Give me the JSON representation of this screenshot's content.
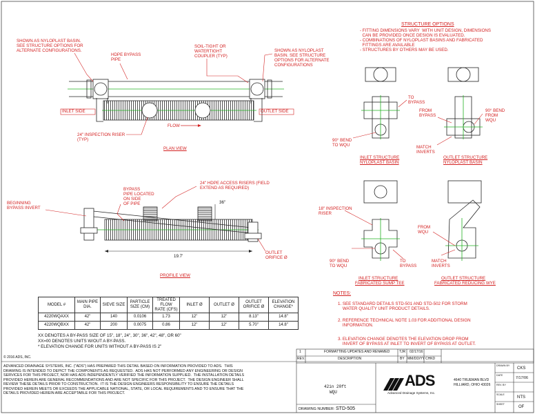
{
  "structure_options": {
    "title": "STRUCTURE OPTIONS",
    "items": [
      "- FITTING DIMENSIONS VARY  WITH UNIT DESIGN, DIMENSIONS",
      "  CAN BE PROVIDED ONCE DESIGN IS EVALUATED.",
      "- COMBINATIONS OF NYLOPLAST BASINS AND FABRICATED",
      "  FITTINGS ARE AVAILABLE",
      "- STRUCTURES BY OTHERS MAY BE USED."
    ]
  },
  "plan_view": {
    "title": "PLAN VIEW",
    "note_left": [
      "SHOWN AS NYLOPLAST BASIN.",
      "SEE STRUCTURE OPTIONS FOR",
      "ALTERNATE CONFIGURATIONS."
    ],
    "note_bypass": [
      "HDPE BYPASS",
      "PIPE"
    ],
    "note_coupler": [
      "SOIL-TIGHT OR",
      "WATERTIGHT",
      "COUPLER (TYP)"
    ],
    "note_right": [
      "SHOWN AS NYLOPLAST",
      "BASIN. SEE STRUCTURE",
      "OPTIONS FOR ALTERNATE",
      "CONFIGURATIONS"
    ],
    "inlet_label": "INLET SIDE",
    "outlet_label": "OUTLET SIDE",
    "flow_label": "FLOW",
    "riser_note": [
      "24\" INSPECTION RISER",
      "(TYP)"
    ]
  },
  "profile_view": {
    "title": "PROFILE VIEW",
    "bypass_note": [
      "BYPASS",
      "PIPE LOCATED",
      "ON SIDE",
      "OF PIPE"
    ],
    "begin_note": [
      "BEGINNING",
      "BYPASS INVERT"
    ],
    "access_note": [
      "24\" HDPE ACCESS RISERS (FIELD",
      "EXTEND AS REQUIRED)"
    ],
    "dim_36": "36\"",
    "dim_length": "19.7'",
    "outlet_note": [
      "OUTLET",
      "ORIFICE Ø"
    ]
  },
  "structures": {
    "inlet_nyloplast": {
      "to_bypass": [
        "TO",
        "BYPASS"
      ],
      "bend": [
        "90° BEND",
        "TO WQU"
      ],
      "caption": [
        "INLET STRUCTURE",
        "NYLOPLAST BASIN"
      ]
    },
    "outlet_nyloplast": {
      "from_bypass": [
        "FROM",
        "BYPASS"
      ],
      "bend": [
        "90° BEND",
        "FROM",
        "WQU"
      ],
      "match": [
        "MATCH",
        "INVERTS"
      ],
      "caption": [
        "OUTLET STRUCTURE",
        "NYLOPLAST BASIN"
      ]
    },
    "inlet_sump": {
      "riser": [
        "18\" INSPECTION",
        "RISER"
      ],
      "bend": [
        "90° BEND",
        "TO WQU"
      ],
      "to_bypass": [
        "TO",
        "BYPASS"
      ],
      "caption": [
        "INLET STRUCTURE",
        "FABRICATED SUMP TEE"
      ]
    },
    "outlet_wye": {
      "from_wqu": [
        "FROM",
        "WQU"
      ],
      "match": [
        "MATCH",
        "INVERTS"
      ],
      "caption": [
        "OUTLET STRUCTURE",
        "FABRICATED REDUCING WYE"
      ]
    }
  },
  "notes": {
    "title": "NOTES:",
    "items": [
      [
        "1. SEE STANDARD DETAILS STD-501 AND STD-502 FOR STORM",
        "    WATER QUALITY UNIT PRODUCT DETAILS."
      ],
      [
        "2. REFERENCE TECHNICAL NOTE 1.03 FOR ADDITIONAL DESIGN",
        "    INFORMATION."
      ],
      [
        "3. ELEVATION CHANGE DENOTES THE ELEVATION DROP FROM",
        "    INVERT OF BYPASS AT INLET TO INVERT OF BYPASS AT OUTLET."
      ]
    ]
  },
  "spec_table": {
    "headers": [
      "MODEL #",
      "MAIN PIPE DIA.",
      "SIEVE SIZE",
      "PARTICLE SIZE (CM)",
      "TREATED FLOW RATE (CFS)",
      "INLET Ø",
      "OUTLET Ø",
      "OUTLET ORIFICE Ø",
      "ELEVATION CHANGE*"
    ],
    "rows": [
      [
        "4220WQAXX",
        "42\"",
        "140",
        "0.0106",
        "1.73",
        "12\"",
        "12\"",
        "8.13\"",
        "14.8\""
      ],
      [
        "4220WQBXX",
        "42\"",
        "200",
        "0.0075",
        "0.86",
        "12\"",
        "12\"",
        "5.70\"",
        "14.8\""
      ]
    ]
  },
  "footnotes": [
    "XX DENOTES A BY-PASS SIZE OF 15\", 18\", 24\", 30\", 36\", 42\", 48\", OR 60\"",
    "XX=00 DENOTES UNITS W/OUT A BY-PASS.",
    "* ELEVATION CHANGE FOR UNITS WITHOUT A BY-PASS IS 2\""
  ],
  "copyright": "© 2016 ADS, INC.",
  "disclaimer": [
    "ADVANCED DRAINAGE SYSTEMS, INC. (\"ADS\") HAS PREPARED THIS DETAIL BASED ON INFORMATION PROVIDED TO ADS.  THIS",
    "DRAWING IS INTENDED TO DEPICT THE COMPONENTS AS REQUESTED.  ADS HAS NOT PERFORMED ANY ENGINEERING OR DESIGN",
    "SERVICES FOR THIS PROJECT, NOR HAS ADS INDEPENDENTLY VERIFIED THE INFORMATION SUPPLIED.  THE INSTALLATION DETAILS",
    "PROVIDED HEREIN ARE GENERAL RECOMMENDATIONS AND ARE NOT SPECIFIC FOR THIS PROJECT.  THE DESIGN ENGINEER SHALL",
    "REVIEW THESE DETAILS PRIOR TO CONSTRUCTION.  IT IS THE DESIGN ENGINEERS RESPONSIBILITY TO ENSURE THE DETAILS",
    "PROVIDED HEREIN MEETS OR EXCEEDS THE APPLICABLE NATIONAL, STATE, OR LOCAL REQUIREMENTS AND TO ENSURE THAT THE",
    "DETAILS PROVIDED HEREIN ARE ACCEPTABLE FOR THIS PROJECT."
  ],
  "revision": {
    "num": "1",
    "desc": "FORMATTING UPDATES AND RENAMED",
    "by": "TJR",
    "date": "02/17/16",
    "hdr_rev": "REV.",
    "hdr_desc": "DESCRIPTION",
    "hdr_by": "BY",
    "hdr_date": "MM/DD/YY",
    "hdr_chkd": "CHKD"
  },
  "title_block": {
    "title_line1": "42in 20ft",
    "title_line2": "WQU",
    "drawing_number_label": "DRAWING NUMBER:",
    "drawing_number": "STD-505",
    "logo": "ADS",
    "company": "Advanced Drainage Systems, Inc.",
    "address": [
      "4640 TRUEMAN BLVD",
      "HILLIARD, OHIO 43026"
    ],
    "side": [
      {
        "label": "DRAWN BY",
        "value": "CKS"
      },
      {
        "label": "DATE",
        "value": "7/17/06"
      },
      {
        "label": "REV. BY",
        "value": ""
      },
      {
        "label": "SCALE",
        "value": "NTS"
      },
      {
        "label": "SHEET",
        "value": "OF"
      }
    ]
  },
  "colors": {
    "annotation": "#d32020",
    "centerline": "#22b022",
    "ink": "#222222"
  }
}
